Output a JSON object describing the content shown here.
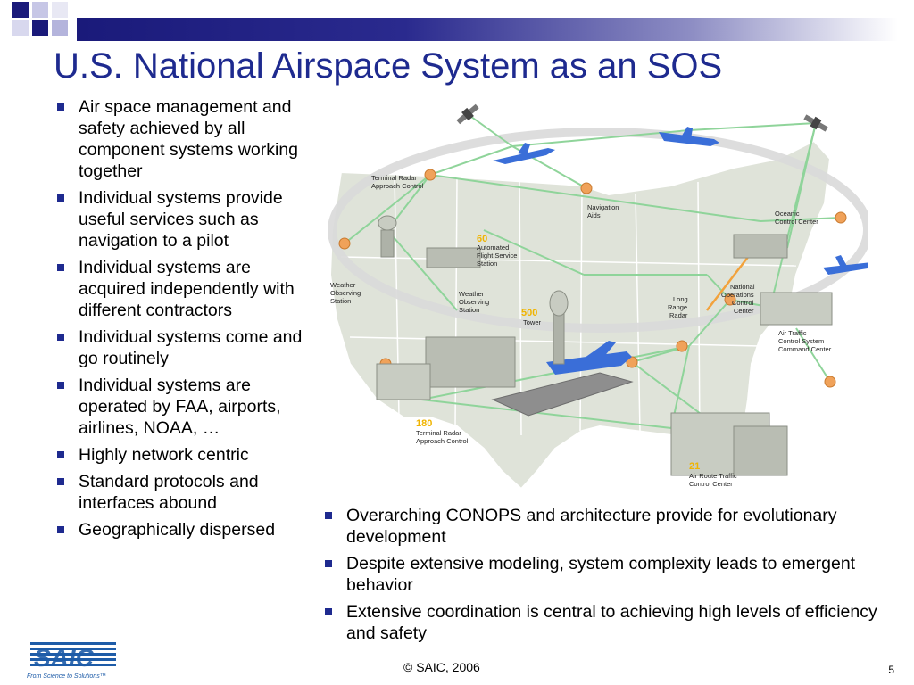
{
  "slide": {
    "title": "U.S. National Airspace System as an SOS",
    "left_bullets": [
      "Air space management and safety achieved by all component systems working together",
      "Individual systems provide useful services such as navigation to a pilot",
      "Individual systems are acquired independently with different contractors",
      "Individual systems come and go routinely",
      "Individual systems are operated by FAA, airports, airlines, NOAA, …",
      "Highly network centric",
      "Standard protocols and interfaces abound",
      "Geographically dispersed"
    ],
    "right_bullets": [
      "Overarching CONOPS and architecture provide for evolutionary development",
      "Despite extensive modeling, system complexity leads to emergent behavior",
      "Extensive coordination is central to achieving high levels of efficiency and safety"
    ],
    "footer": "© SAIC, 2006",
    "page_number": "5"
  },
  "logo": {
    "name": "SAIC",
    "tagline": "From Science to Solutions™"
  },
  "map": {
    "labels": {
      "trac_top_1": "Terminal Radar",
      "trac_top_2": "Approach Control",
      "nav_aids_1": "Navigation",
      "nav_aids_2": "Aids",
      "oceanic_1": "Oceanic",
      "oceanic_2": "Control Center",
      "afss_num": "60",
      "afss_1": "Automated",
      "afss_2": "Flight Service",
      "afss_3": "Station",
      "wos_west_1": "Weather",
      "wos_west_2": "Observing",
      "wos_west_3": "Station",
      "wos_mid_1": "Weather",
      "wos_mid_2": "Observing",
      "wos_mid_3": "Station",
      "tower_num": "500",
      "tower": "Tower",
      "lrr_1": "Long",
      "lrr_2": "Range",
      "lrr_3": "Radar",
      "nocc_1": "National",
      "nocc_2": "Operations",
      "nocc_3": "Control",
      "nocc_4": "Center",
      "atcscc_1": "Air Traffic",
      "atcscc_2": "Control System",
      "atcscc_3": "Command Center",
      "trac_num": "180",
      "trac_1": "Terminal Radar",
      "trac_2": "Approach Control",
      "artcc_num": "21",
      "artcc_1": "Air Route Traffic",
      "artcc_2": "Control Center"
    },
    "colors": {
      "land": "#dfe3d9",
      "border": "#ffffff",
      "link": "#8fd49a",
      "node": "#f0a25a",
      "number": "#f0b400",
      "orbit": "#d9d9d9",
      "plane": "#3a6ed8"
    }
  }
}
